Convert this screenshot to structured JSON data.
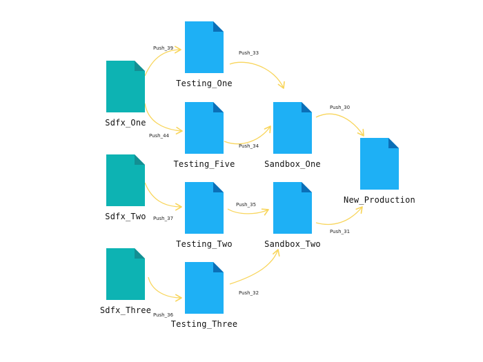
{
  "colors": {
    "source_doc": "#0db3b3",
    "source_fold": "#138f93",
    "target_doc": "#1eb0f5",
    "target_fold": "#0b6fb7",
    "arrow": "#f8d55b"
  },
  "nodes": {
    "sdfx_one": {
      "label": "Sdfx_One",
      "icon": "document-icon"
    },
    "sdfx_two": {
      "label": "Sdfx_Two",
      "icon": "document-icon"
    },
    "sdfx_three": {
      "label": "Sdfx_Three",
      "icon": "document-icon"
    },
    "testing_one": {
      "label": "Testing_One",
      "icon": "document-icon"
    },
    "testing_five": {
      "label": "Testing_Five",
      "icon": "document-icon"
    },
    "testing_two": {
      "label": "Testing_Two",
      "icon": "document-icon"
    },
    "testing_three": {
      "label": "Testing_Three",
      "icon": "document-icon"
    },
    "sandbox_one": {
      "label": "Sandbox_One",
      "icon": "document-icon"
    },
    "sandbox_two": {
      "label": "Sandbox_Two",
      "icon": "document-icon"
    },
    "new_production": {
      "label": "New_Production",
      "icon": "document-icon"
    }
  },
  "edges": {
    "push_39": {
      "label": "Push_39",
      "from": "Sdfx_One",
      "to": "Testing_One"
    },
    "push_44": {
      "label": "Push_44",
      "from": "Sdfx_One",
      "to": "Testing_Five"
    },
    "push_33": {
      "label": "Push_33",
      "from": "Testing_One",
      "to": "Sandbox_One"
    },
    "push_34": {
      "label": "Push_34",
      "from": "Testing_Five",
      "to": "Sandbox_One"
    },
    "push_30": {
      "label": "Push_30",
      "from": "Sandbox_One",
      "to": "New_Production"
    },
    "push_37": {
      "label": "Push_37",
      "from": "Sdfx_Two",
      "to": "Testing_Two"
    },
    "push_35": {
      "label": "Push_35",
      "from": "Testing_Two",
      "to": "Sandbox_Two"
    },
    "push_31": {
      "label": "Push_31",
      "from": "Sandbox_Two",
      "to": "New_Production"
    },
    "push_36": {
      "label": "Push_36",
      "from": "Sdfx_Three",
      "to": "Testing_Three"
    },
    "push_32": {
      "label": "Push_32",
      "from": "Testing_Three",
      "to": "Sandbox_Two"
    }
  }
}
